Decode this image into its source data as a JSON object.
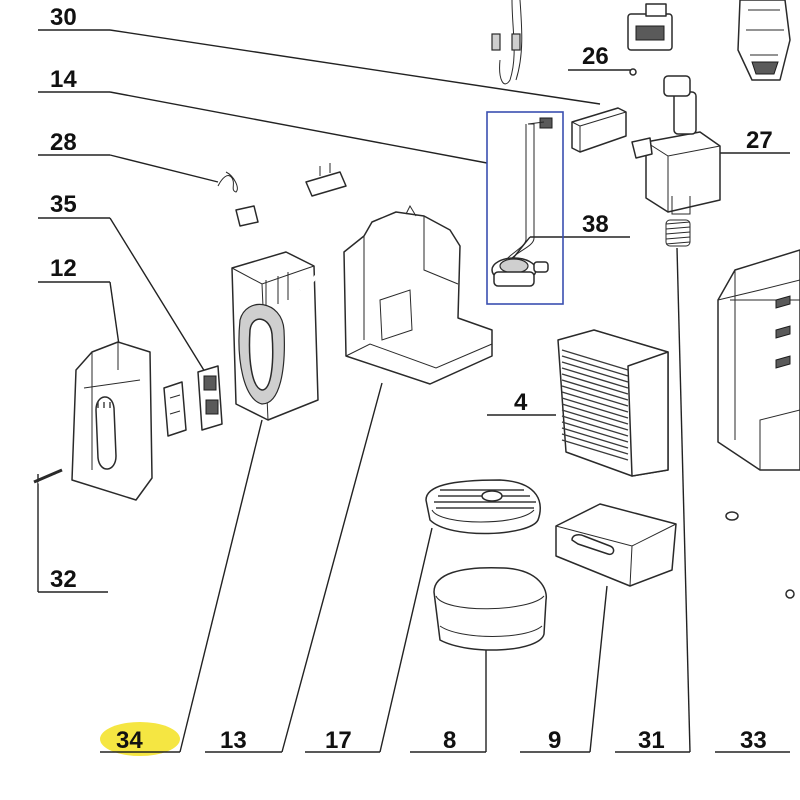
{
  "labels": {
    "l30": "30",
    "l26": "26",
    "l14": "14",
    "l27": "27",
    "l28": "28",
    "l35": "35",
    "l38": "38",
    "l12": "12",
    "l4": "4",
    "l32": "32",
    "l34": "34",
    "l13": "13",
    "l17": "17",
    "l8": "8",
    "l9": "9",
    "l31": "31",
    "l33": "33"
  },
  "colors": {
    "highlight": "#f5e642",
    "selection_box": "#3a4fb0",
    "line": "#222222"
  }
}
